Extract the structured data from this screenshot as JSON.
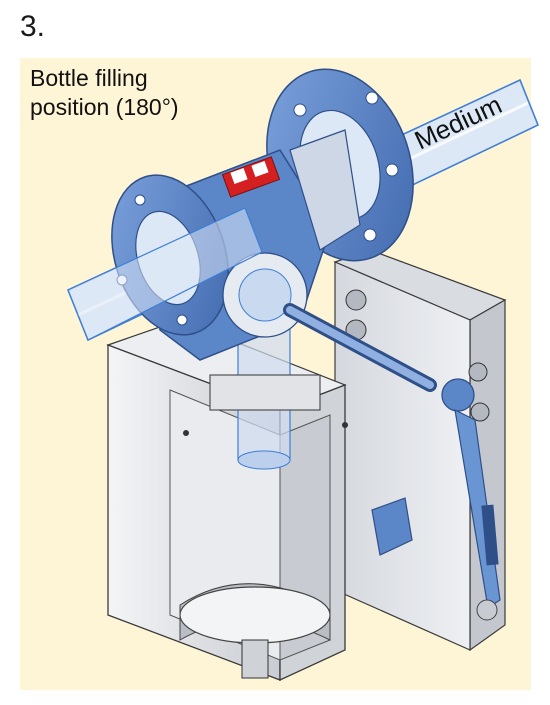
{
  "step": {
    "number": "3."
  },
  "caption": {
    "line1": "Bottle filling",
    "line2": "position (180°)"
  },
  "illustration": {
    "pipe_label": "Medium",
    "colors": {
      "panel": "#fdf5d6",
      "valve_blue": "#5b86c8",
      "valve_dark": "#2f4f88",
      "pipe_fill": "#dde8f7",
      "pipe_edge": "#3f7fd6",
      "housing": "#e4e6ea",
      "housing_edge": "#3a3a3a",
      "handle": "#6a95d3",
      "label_red": "#d42020"
    }
  }
}
